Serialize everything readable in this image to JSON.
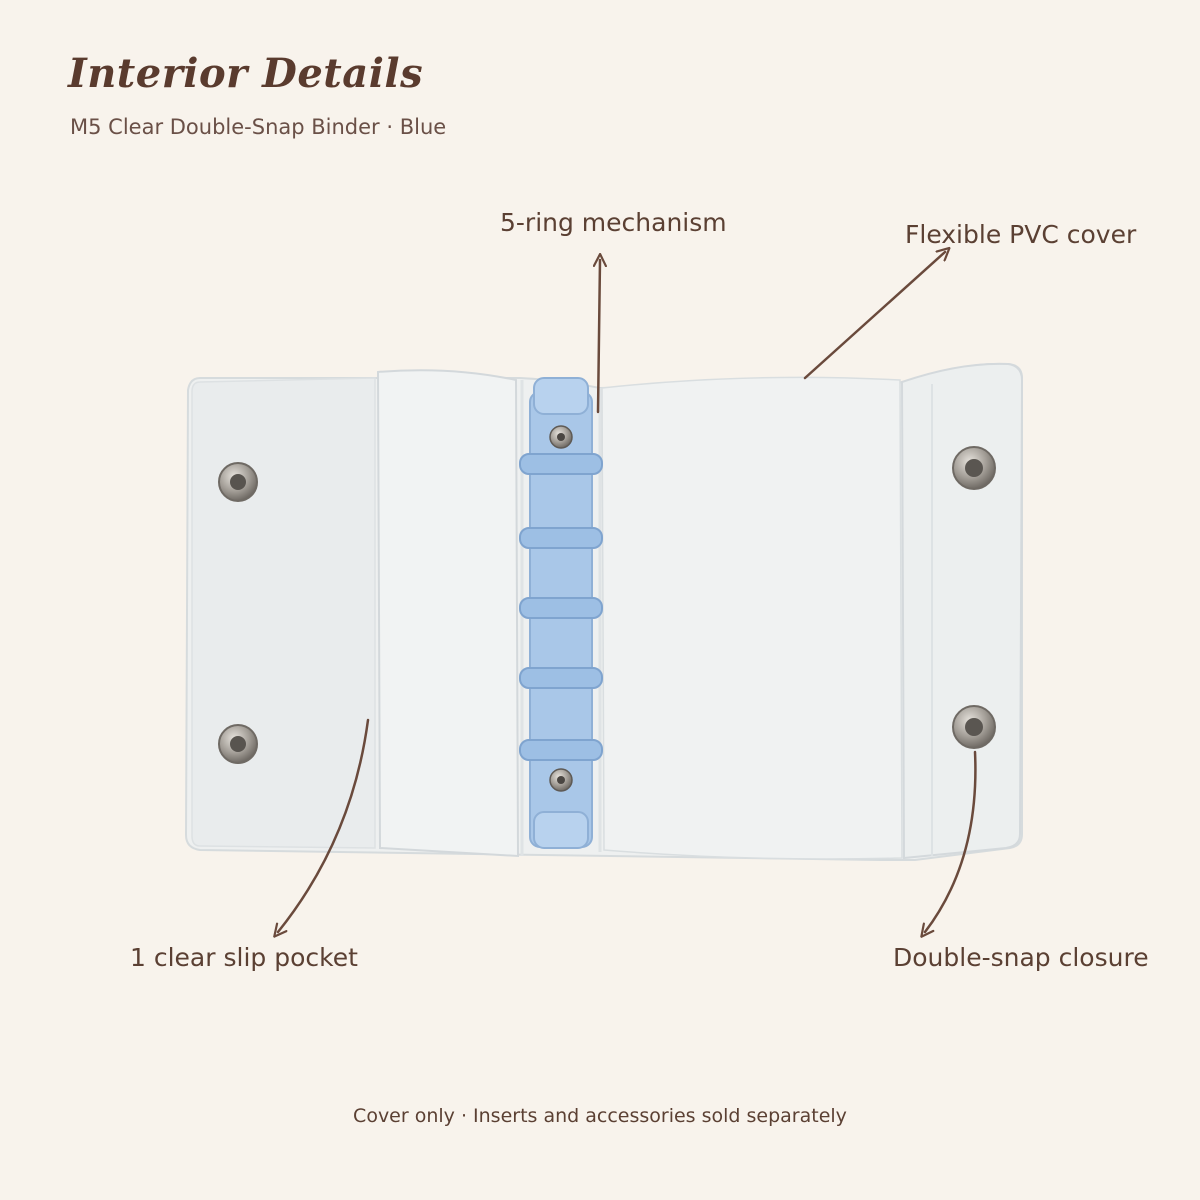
{
  "header": {
    "title": "Interior Details",
    "subtitle": "M5 Clear Double-Snap Binder · Blue"
  },
  "callouts": {
    "ring_mechanism": "5-ring mechanism",
    "pvc_cover": "Flexible PVC cover",
    "slip_pocket": "1 clear slip pocket",
    "snap_closure": "Double-snap closure"
  },
  "footer": {
    "note": "Cover only · Inserts and accessories sold separately"
  },
  "colors": {
    "background": "#f8f3ec",
    "text": "#5b4033",
    "ring_blue": "#a9c7e8",
    "pvc": "#eef0f0"
  }
}
